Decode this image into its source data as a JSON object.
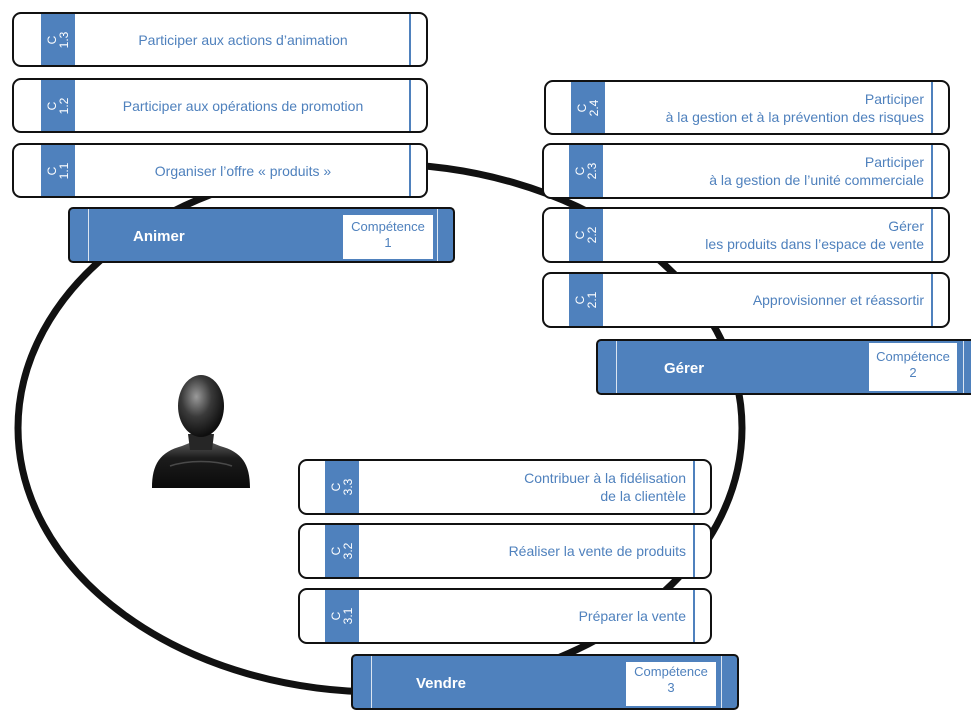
{
  "competences": [
    {
      "name": "Animer",
      "badge": "Compétence\n1",
      "items": [
        {
          "code": "C\n1.3",
          "text": "Participer aux actions d’animation"
        },
        {
          "code": "C\n1.2",
          "text": "Participer aux opérations de promotion"
        },
        {
          "code": "C\n1.1",
          "text": "Organiser l’offre « produits »"
        }
      ]
    },
    {
      "name": "Gérer",
      "badge": "Compétence\n2",
      "items": [
        {
          "code": "C\n2.4",
          "text": "Participer\nà la gestion et à la prévention des risques"
        },
        {
          "code": "C\n2.3",
          "text": "Participer\nà la gestion de l’unité commerciale"
        },
        {
          "code": "C\n2.2",
          "text": "Gérer\nles produits dans l’espace de vente"
        },
        {
          "code": "C\n2.1",
          "text": "Approvisionner  et réassortir"
        }
      ]
    },
    {
      "name": "Vendre",
      "badge": "Compétence\n3",
      "items": [
        {
          "code": "C\n3.3",
          "text": "Contribuer à la fidélisation\nde la clientèle"
        },
        {
          "code": "C\n3.2",
          "text": "Réaliser la vente de produits"
        },
        {
          "code": "C\n3.1",
          "text": "Préparer la vente"
        }
      ]
    }
  ],
  "colors": {
    "accent": "#4f81bd",
    "ring": "#111111",
    "person": "#2a2a2a"
  },
  "icons": {
    "person": "user-silhouette-icon"
  }
}
